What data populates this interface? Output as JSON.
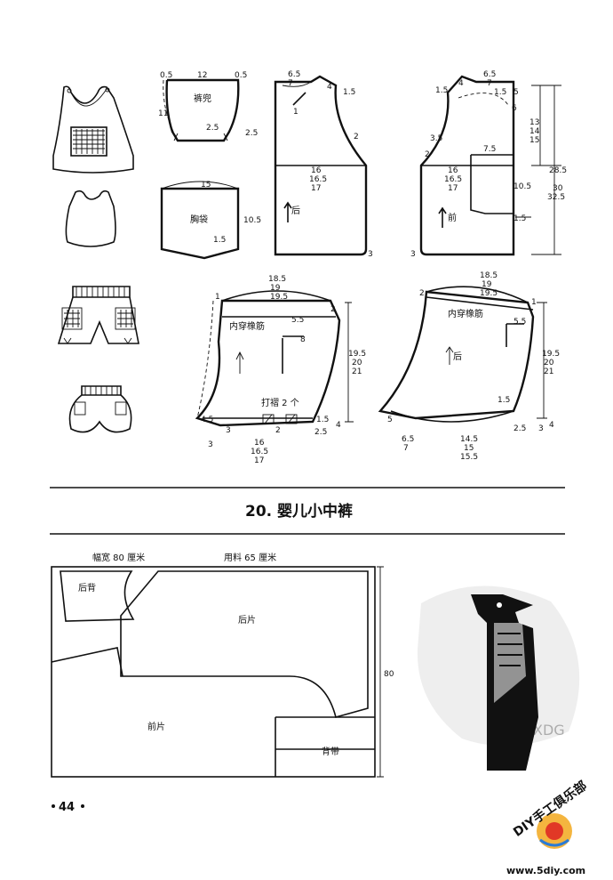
{
  "page_number": "44",
  "section_title": "20. 婴儿小中裤",
  "pattern1": {
    "bib": {
      "label": "裤兜",
      "dims": [
        "0.5",
        "12",
        "0.5",
        "11",
        "2.5",
        "2.5"
      ]
    },
    "pocket": {
      "label": "胸袋",
      "dims": [
        "15",
        "10.5",
        "1.5"
      ]
    },
    "back": {
      "label": "后",
      "dims": [
        "6.5",
        "7",
        "4",
        "1.5",
        "1",
        "2",
        "16",
        "16.5",
        "17",
        "3"
      ]
    },
    "front": {
      "label": "前",
      "dims": [
        "6.5",
        "7",
        "1.5",
        "4",
        "1.5",
        "5",
        "6",
        "3.5",
        "2",
        "7.5",
        "16",
        "16.5",
        "17",
        "10.5",
        "1.5",
        "3",
        "13",
        "14",
        "15",
        "28.5",
        "30",
        "32.5"
      ]
    }
  },
  "pattern2": {
    "left": {
      "elastic": "内穿橡筋",
      "pleat": "打褶 2 个",
      "dims": [
        "18.5",
        "19",
        "19.5",
        "1",
        "2",
        "5.5",
        "8",
        "19.5",
        "20",
        "21",
        "4.5",
        "1.5",
        "3",
        "2",
        "2.5",
        "16",
        "16.5",
        "17",
        "3",
        "4"
      ]
    },
    "right": {
      "elastic": "内穿橡筋",
      "back": "后",
      "dims": [
        "18.5",
        "19",
        "19.5",
        "2",
        "1",
        "5.5",
        "19.5",
        "20",
        "21",
        "1.5",
        "4",
        "5",
        "6.5",
        "7",
        "14.5",
        "15",
        "15.5",
        "2.5",
        "3"
      ]
    }
  },
  "layout": {
    "width_label": "幅宽 80 厘米",
    "usage_label": "用料 65 厘米",
    "back_bib": "后背",
    "back_piece": "后片",
    "front_piece": "前片",
    "strap": "背带",
    "height_dim": "80"
  },
  "watermark": {
    "club": "DIY手工俱乐部",
    "site": "www.5diy.com",
    "mark": "XDG"
  }
}
